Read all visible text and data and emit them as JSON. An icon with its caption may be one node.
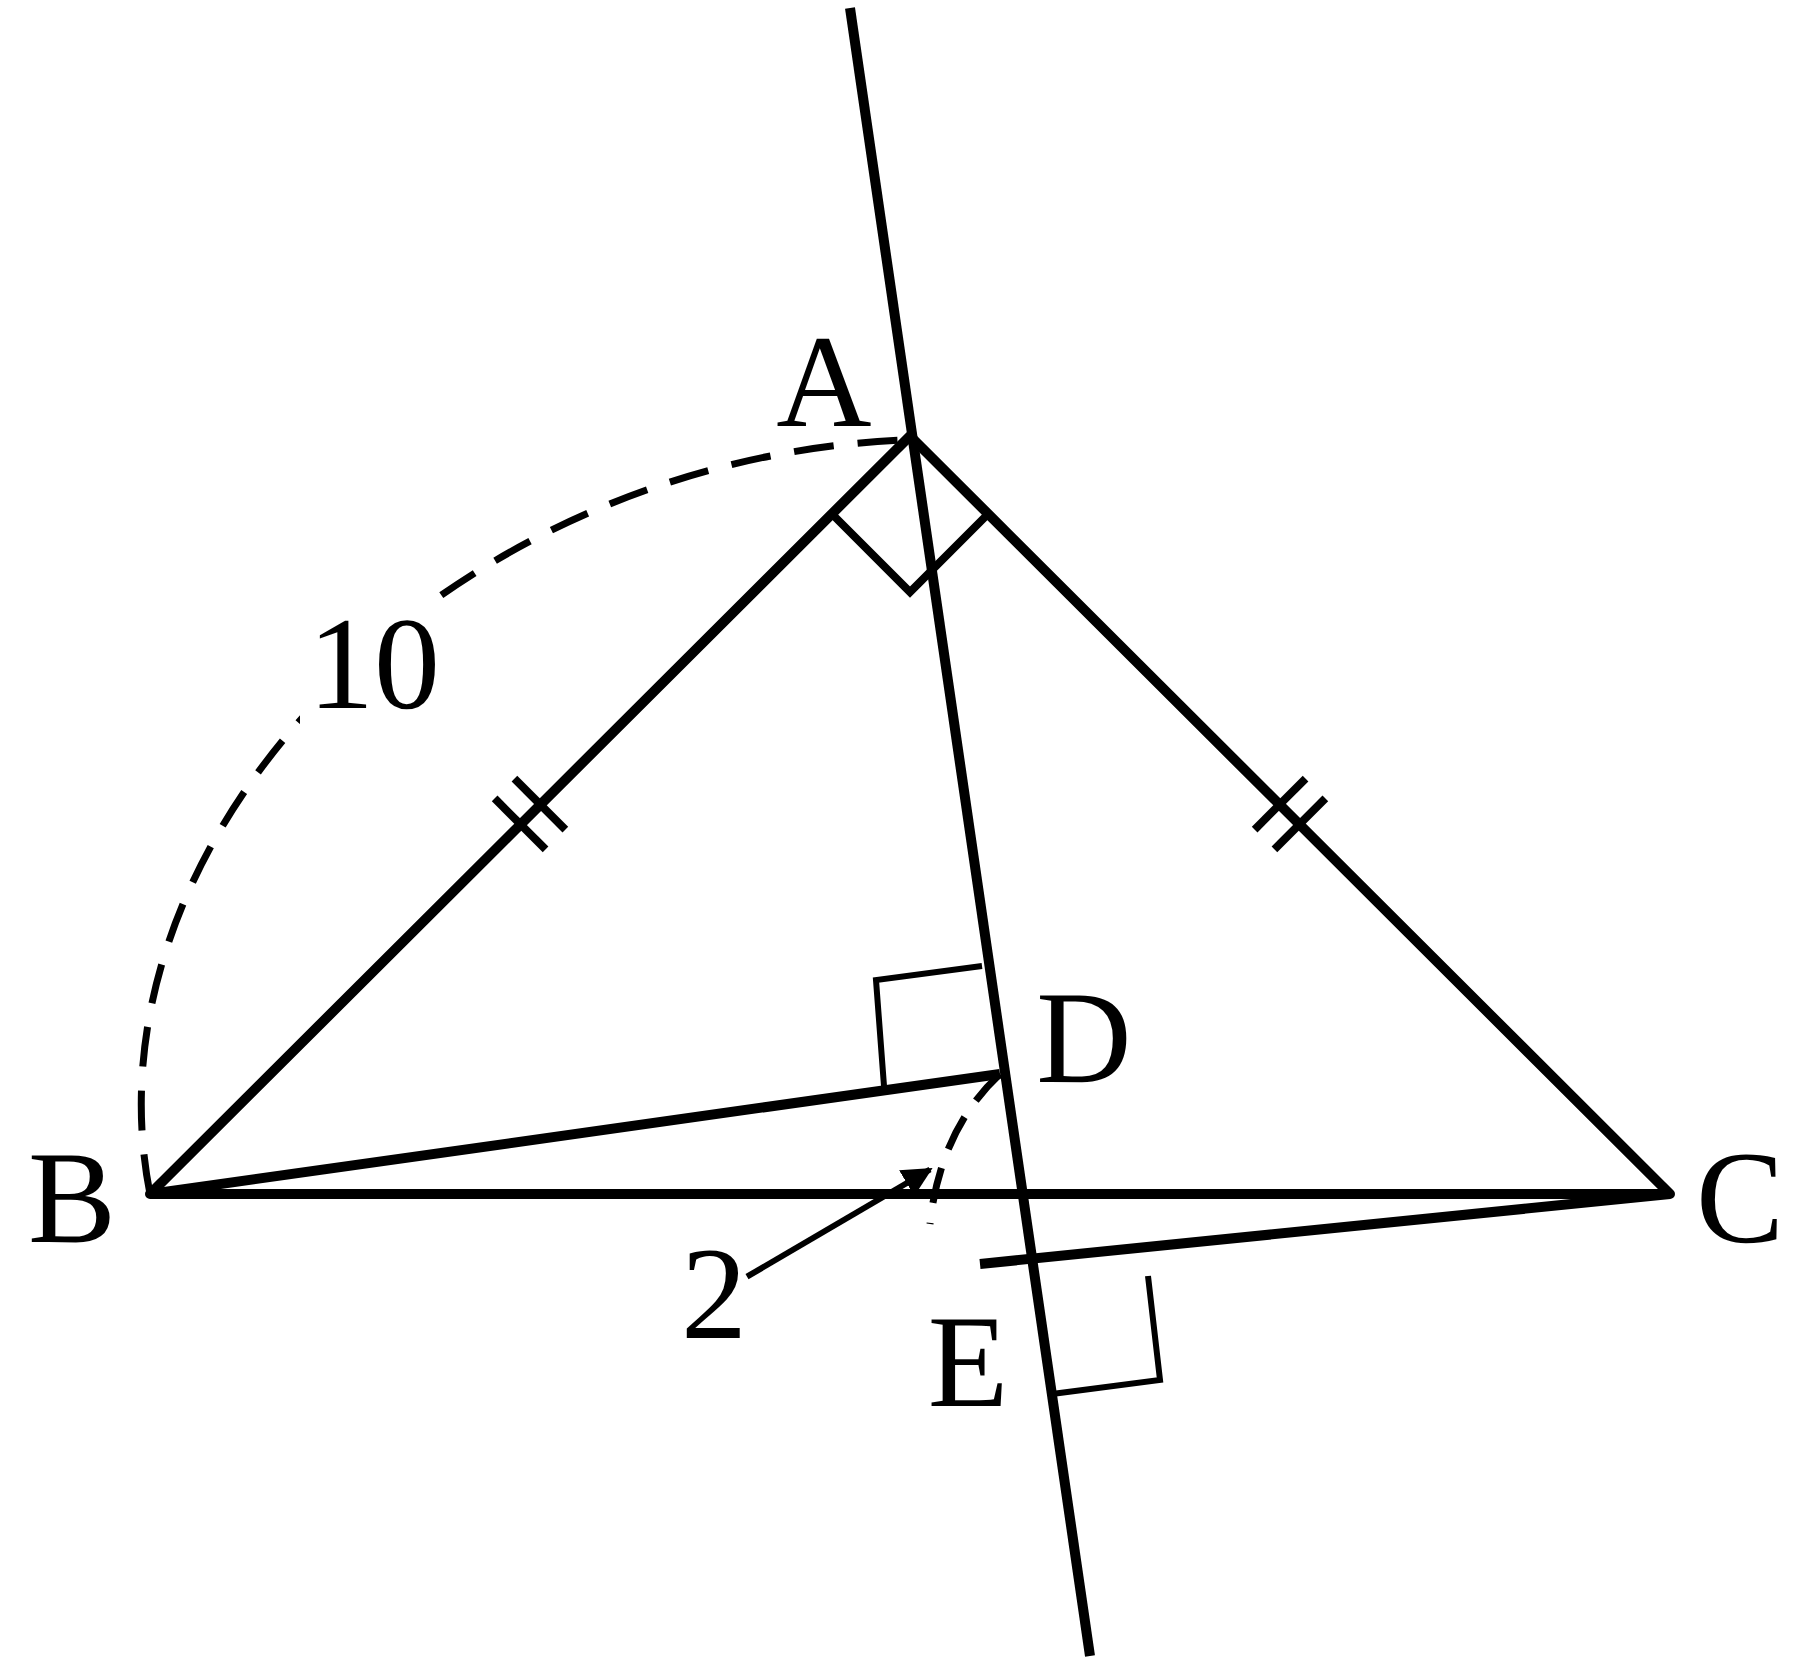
{
  "diagram": {
    "nodes": [
      {
        "text": [
          "2"
        ]
      },
      {
        "text": [],
        "shape": "arc"
      }
    ],
    "edges": [
      {
        "from": 0,
        "to": 1,
        "arrow": "to"
      }
    ],
    "labels": [
      "A",
      "10",
      "B",
      "D",
      "C",
      "E"
    ]
  }
}
